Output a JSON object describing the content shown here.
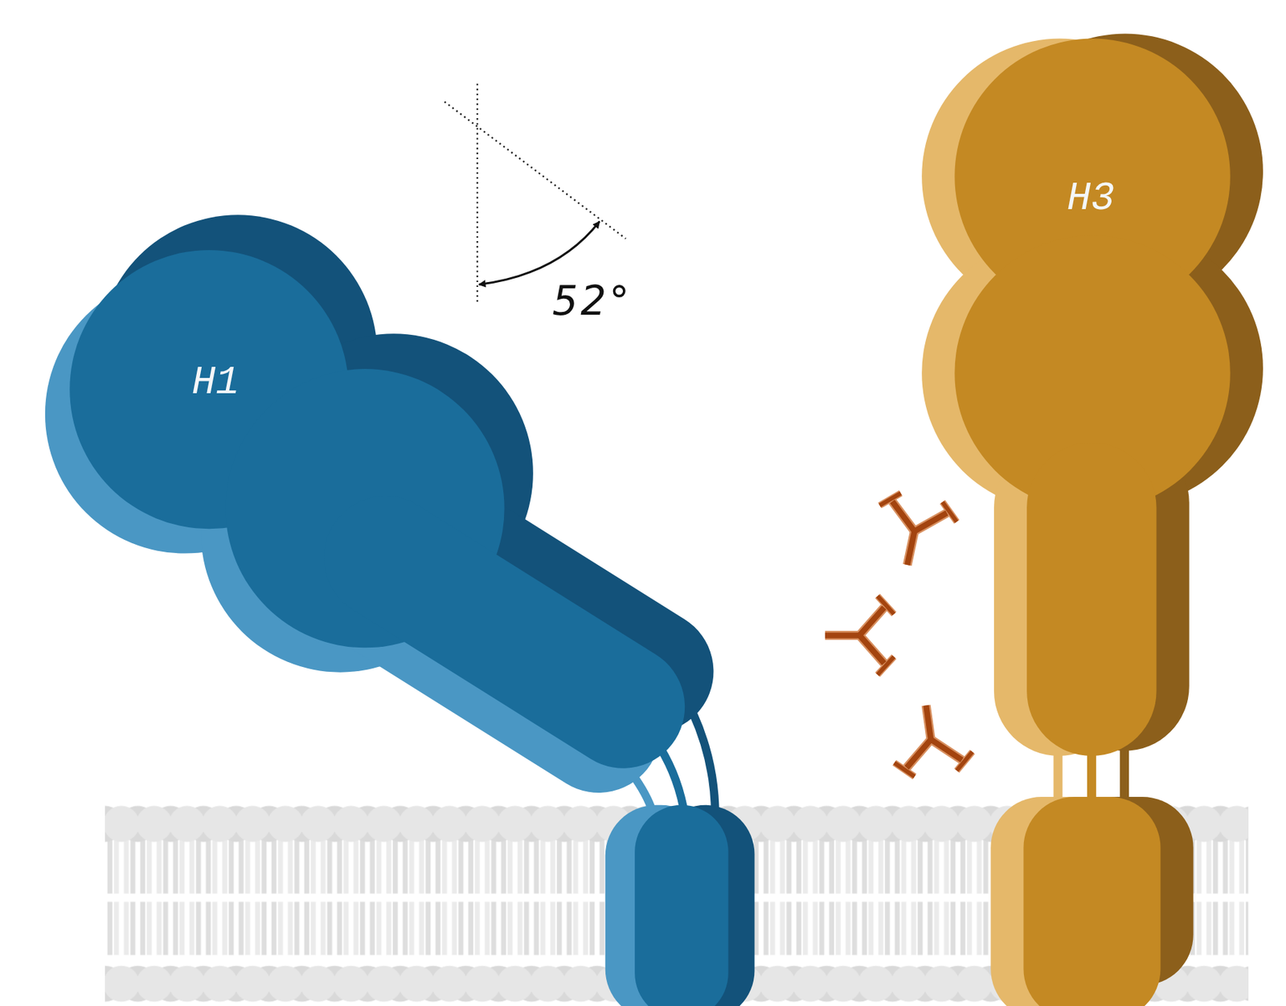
{
  "diagram": {
    "nodes": [
      {
        "text": [
          "H1"
        ]
      },
      {
        "text": [
          "H3"
        ]
      }
    ],
    "labels": [
      "52°"
    ]
  }
}
